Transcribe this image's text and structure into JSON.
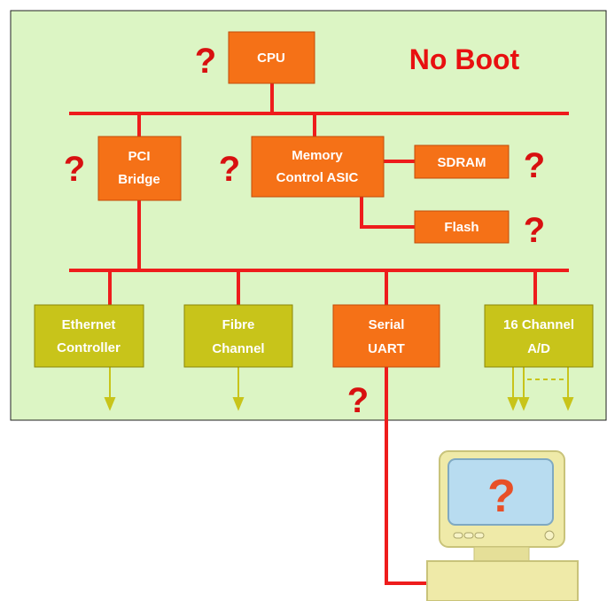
{
  "status": "No Boot",
  "unknown_marker": "?",
  "blocks": {
    "cpu": {
      "lines": [
        "CPU"
      ]
    },
    "pci_bridge": {
      "lines": [
        "PCI",
        "Bridge"
      ]
    },
    "memory_control": {
      "lines": [
        "Memory",
        "Control ASIC"
      ]
    },
    "sdram": {
      "lines": [
        "SDRAM"
      ]
    },
    "flash": {
      "lines": [
        "Flash"
      ]
    },
    "ethernet": {
      "lines": [
        "Ethernet",
        "Controller"
      ]
    },
    "fibre": {
      "lines": [
        "Fibre",
        "Channel"
      ]
    },
    "serial": {
      "lines": [
        "Serial",
        "UART"
      ]
    },
    "ad": {
      "lines": [
        "16 Channel",
        "A/D"
      ]
    }
  },
  "colors": {
    "board_background": "#dcf5c4",
    "bus": "#ee1c1c",
    "orange_block": "#f57117",
    "olive_block": "#c8c41a",
    "question_mark": "#d81010",
    "status_text": "#e81010",
    "monitor_body": "#efeaa8",
    "monitor_screen": "#b8dcf0"
  }
}
